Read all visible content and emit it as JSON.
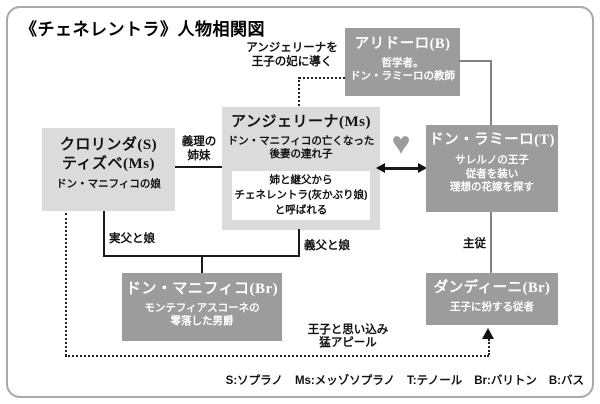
{
  "title": "《チェネレントラ》人物相関図",
  "characters": {
    "alidoro": {
      "name": "アリドーロ(B)",
      "lines": [
        "哲学者。",
        "ドン・ラミーロの教師"
      ]
    },
    "angelina": {
      "name": "アンジェリーナ(Ms)",
      "lines": [
        "ドン・マニフィコの亡くなった",
        "後妻の連れ子"
      ],
      "note": [
        "姉と継父から",
        "チェネレントラ(灰かぶり娘)",
        "と呼ばれる"
      ]
    },
    "sisters": {
      "name1": "クロリンダ(S)",
      "name2": "ティズベ(Ms)",
      "lines": [
        "ドン・マニフィコの娘"
      ]
    },
    "ramiro": {
      "name": "ドン・ラミーロ(T)",
      "lines": [
        "サレルノの王子",
        "従者を装い",
        "理想の花嫁を探す"
      ]
    },
    "magnifico": {
      "name": "ドン・マニフィコ(Br)",
      "lines": [
        "モンテフィアスコーネの",
        "零落した男爵"
      ]
    },
    "dandini": {
      "name": "ダンディーニ(Br)",
      "lines": [
        "王子に扮する従者"
      ]
    }
  },
  "relations": {
    "alidoro_guides": [
      "アンジェリーナを",
      "王子の妃に導く"
    ],
    "sisters_in_law": [
      "義理の",
      "姉妹"
    ],
    "real_father_daughter": "実父と娘",
    "step_father_daughter": "義父と娘",
    "master_servant": "主従",
    "appeal": [
      "王子と思い込み",
      "猛アピール"
    ]
  },
  "icons": {
    "heart": "♥"
  },
  "legend": [
    "S:ソプラノ",
    "Ms:メッゾソプラノ",
    "T:テノール",
    "Br:バリトン",
    "B:バス"
  ],
  "colors": {
    "box_dark": "#9c9c9c",
    "box_light": "#dbdbdb",
    "line_black": "#1a1a1a",
    "line_gray": "#828282",
    "heart": "#9c9c9c",
    "border": "#a9a9a9"
  }
}
